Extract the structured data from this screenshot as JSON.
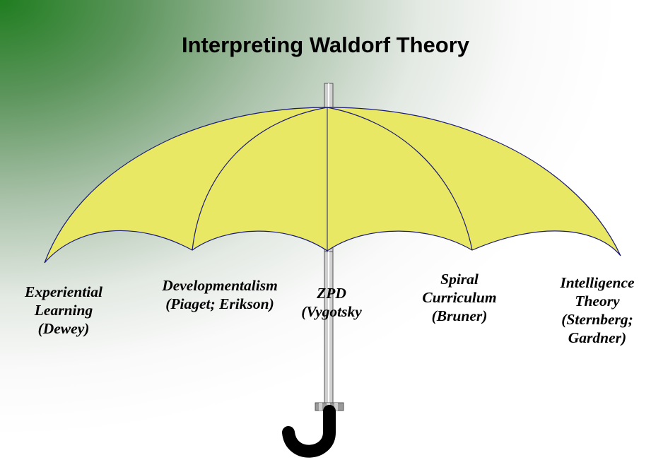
{
  "title": "Interpreting Waldorf Theory",
  "theories": [
    {
      "lines": [
        "Experiential",
        "Learning",
        "(Dewey)"
      ]
    },
    {
      "lines": [
        "Developmentalism",
        "(Piaget; Erikson)"
      ]
    },
    {
      "lines": [
        "ZPD",
        "(Vygotsky"
      ]
    },
    {
      "lines": [
        "Spiral",
        "Curriculum",
        "(Bruner)"
      ]
    },
    {
      "lines": [
        "Intelligence",
        "Theory",
        "(Sternberg;",
        "Gardner)"
      ]
    }
  ],
  "colors": {
    "canopy": "#e8e864",
    "canopy_outline": "#1a1a7a",
    "gradient_dark": "#1f7d1f",
    "handle": "#000000",
    "shaft": "#c8c8c8"
  }
}
